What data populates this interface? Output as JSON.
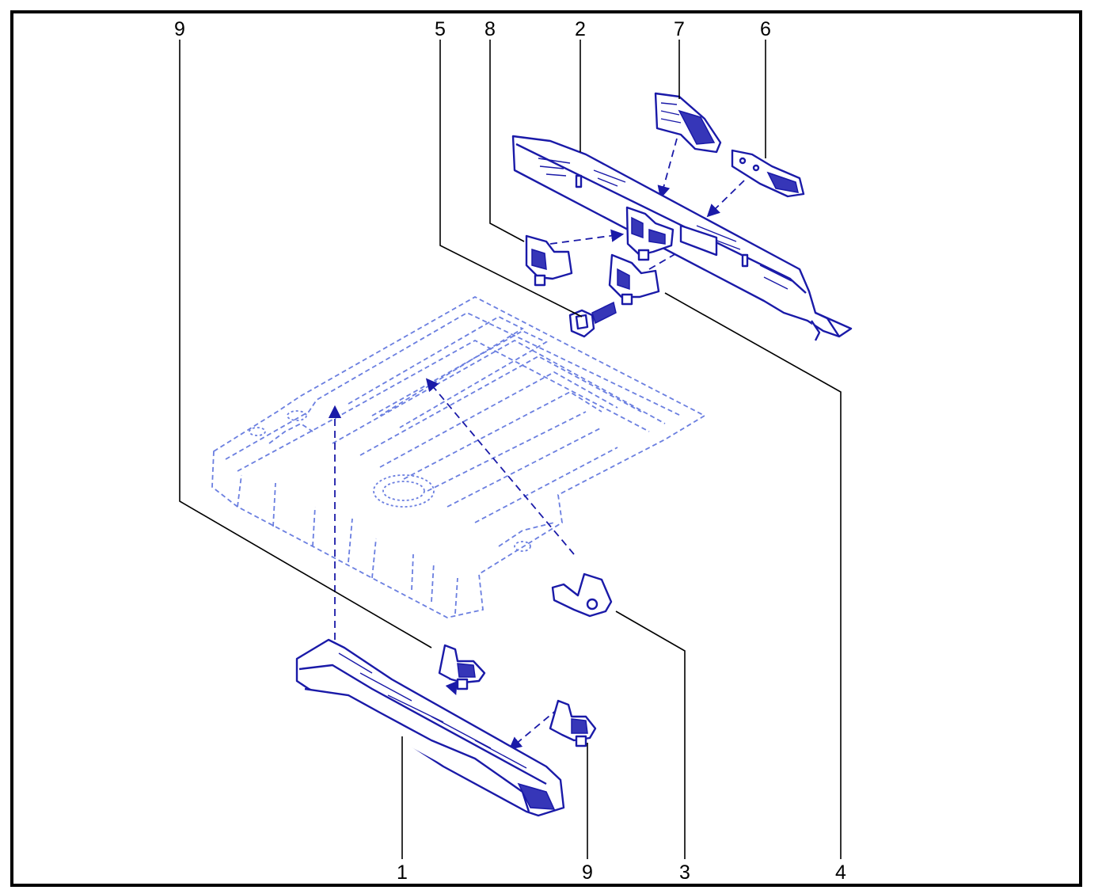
{
  "diagram": {
    "callouts": [
      {
        "id": "c9a",
        "label": "9"
      },
      {
        "id": "c5",
        "label": "5"
      },
      {
        "id": "c8",
        "label": "8"
      },
      {
        "id": "c2",
        "label": "2"
      },
      {
        "id": "c7",
        "label": "7"
      },
      {
        "id": "c6",
        "label": "6"
      },
      {
        "id": "c1",
        "label": "1"
      },
      {
        "id": "c9b",
        "label": "9"
      },
      {
        "id": "c3",
        "label": "3"
      },
      {
        "id": "c4",
        "label": "4"
      }
    ],
    "colors": {
      "part_outline": "#1a1aa8",
      "ghost_outline": "#6b7fe0",
      "leader": "#000000"
    }
  }
}
